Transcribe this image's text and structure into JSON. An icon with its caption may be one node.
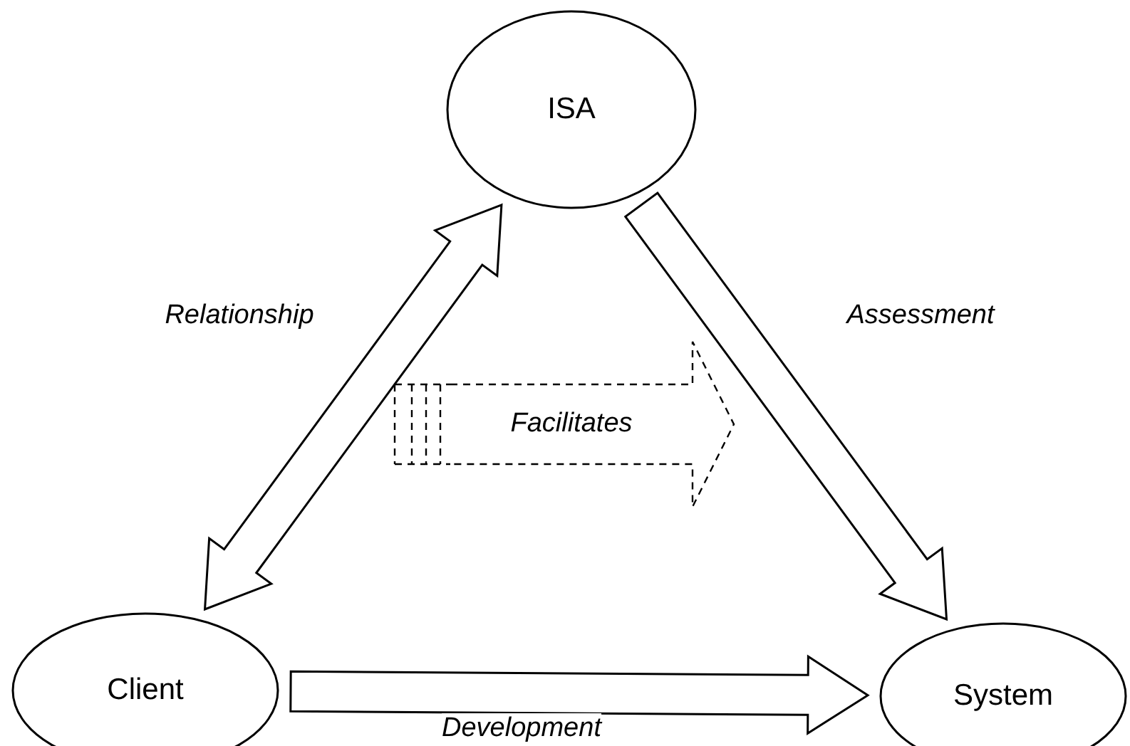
{
  "diagram": {
    "nodes": [
      {
        "text": [
          "ISA"
        ]
      },
      {
        "text": [
          "Client"
        ]
      },
      {
        "text": [
          "System"
        ]
      },
      {
        "text": [
          "Facilitates"
        ]
      }
    ],
    "edges": [
      {
        "from": 0,
        "to": 1,
        "arrow": "both",
        "label": "Relationship"
      },
      {
        "from": 0,
        "to": 2,
        "arrow": "to",
        "label": "Assessment"
      },
      {
        "from": 1,
        "to": 2,
        "arrow": "to",
        "label": "Development"
      }
    ]
  }
}
